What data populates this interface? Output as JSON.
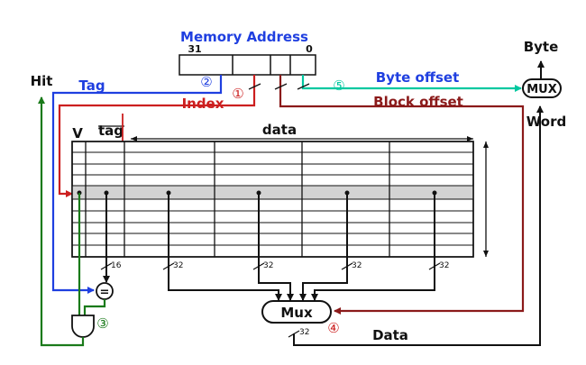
{
  "labels": {
    "memory_address": "Memory Address",
    "bit_high": "31",
    "bit_low": "0",
    "hit": "Hit",
    "tag": "Tag",
    "index": "Index",
    "byte_offset": "Byte offset",
    "block_offset": "Block offset",
    "byte": "Byte",
    "word": "Word",
    "mux_small": "MUX",
    "mux_big": "Mux",
    "data_out": "Data",
    "v_col": "V",
    "tag_col": "tag",
    "data_col": "data",
    "equals": "=",
    "width_16": "16",
    "width_32": "32"
  },
  "step_markers": {
    "one": "①",
    "two": "②",
    "three": "③",
    "four": "④",
    "five": "⑤"
  },
  "colors": {
    "blue": "#1f3fe0",
    "red": "#cc1f1f",
    "dark_red": "#8b1a1a",
    "green": "#1a7a1a",
    "cyan": "#00c8a0",
    "black": "#111111",
    "row_highlight": "#d3d3d3"
  }
}
